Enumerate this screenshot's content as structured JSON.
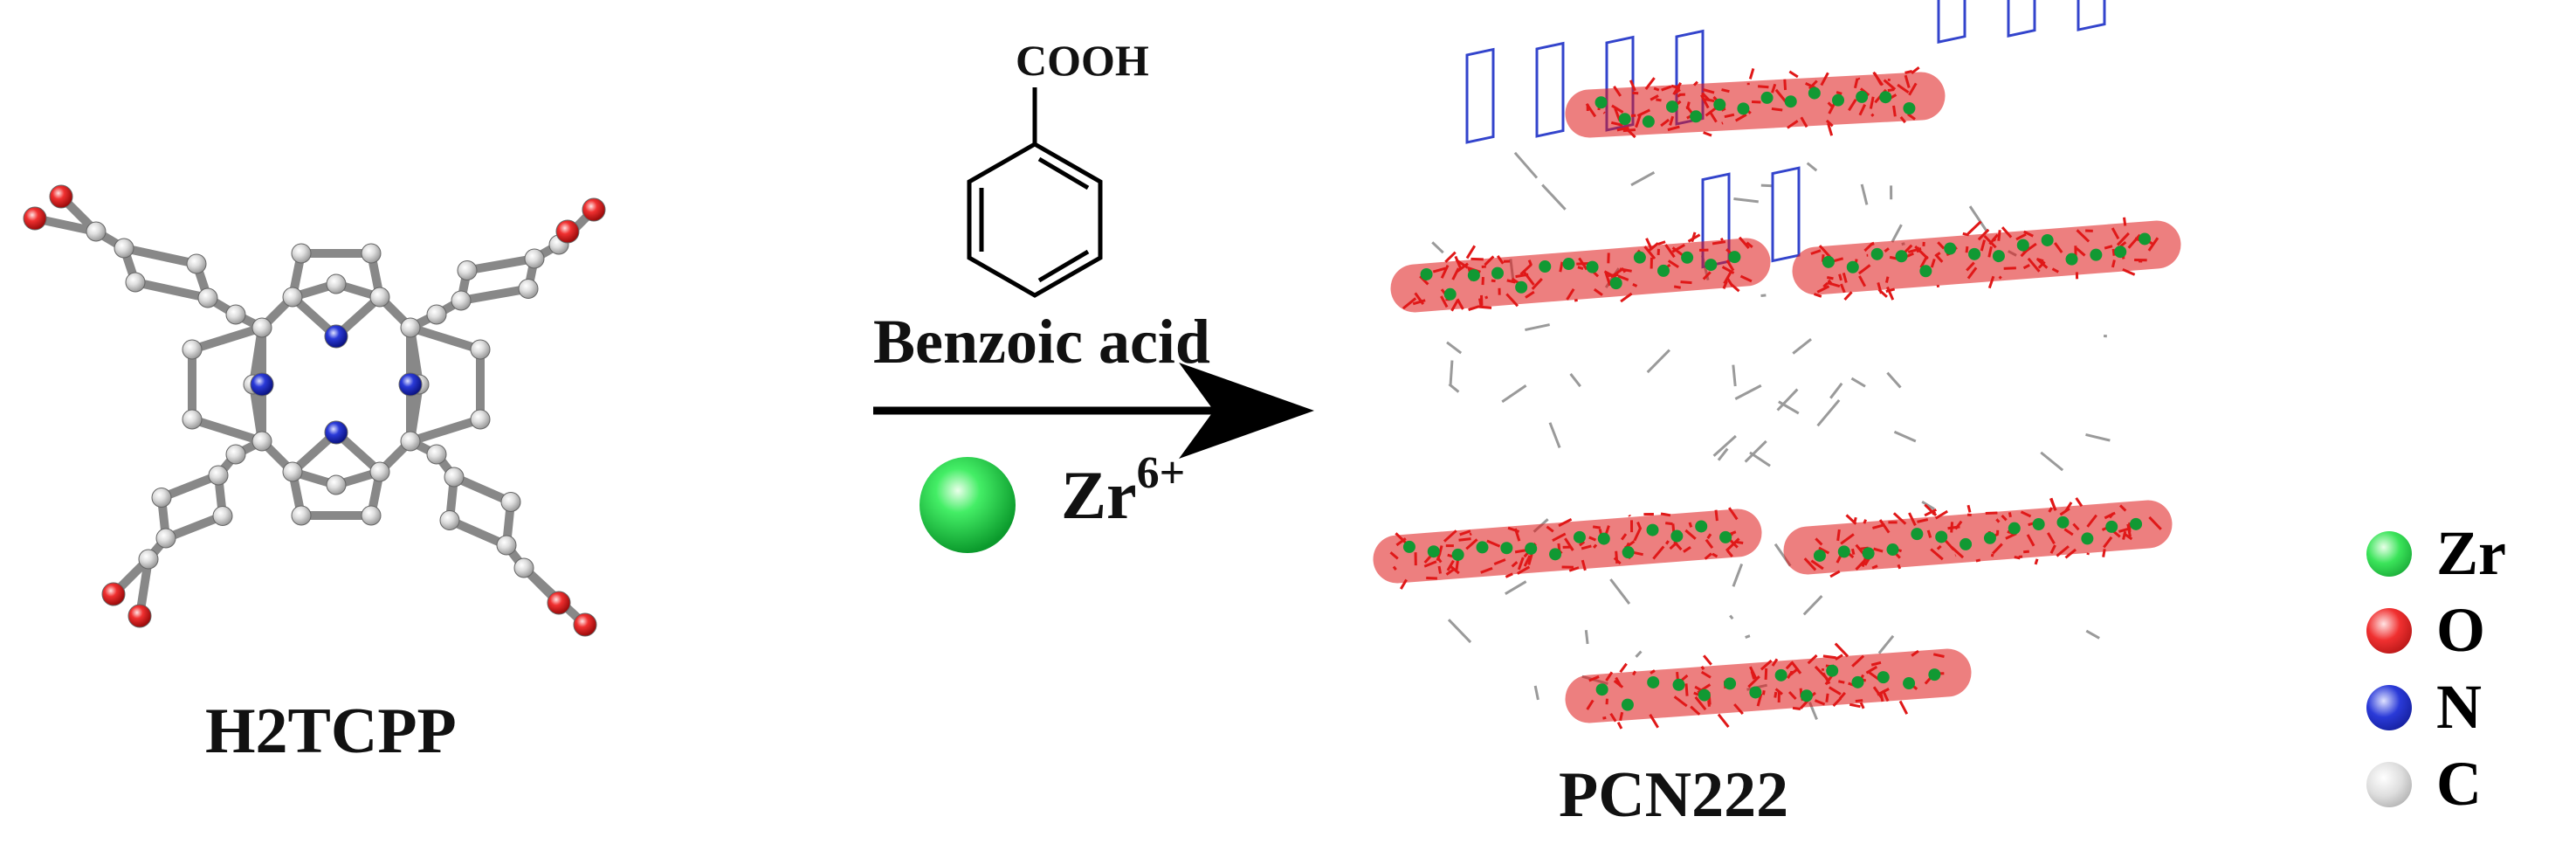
{
  "reactant": {
    "label": "H2TCPP"
  },
  "reagent": {
    "group_label": "COOH",
    "name": "Benzoic acid"
  },
  "metal": {
    "element": "Zr",
    "charge": "6+"
  },
  "product": {
    "label": "PCN222"
  },
  "legend": [
    {
      "element": "Zr",
      "color": "#22dd44"
    },
    {
      "element": "O",
      "color": "#ee2222"
    },
    {
      "element": "N",
      "color": "#2233cc"
    },
    {
      "element": "C",
      "color": "#c8c8c8"
    }
  ],
  "colors": {
    "carbon": "#a8a8a8",
    "oxygen": "#e01818",
    "nitrogen": "#1a1acc",
    "zirconium": "#119933",
    "arrow": "#000000"
  }
}
